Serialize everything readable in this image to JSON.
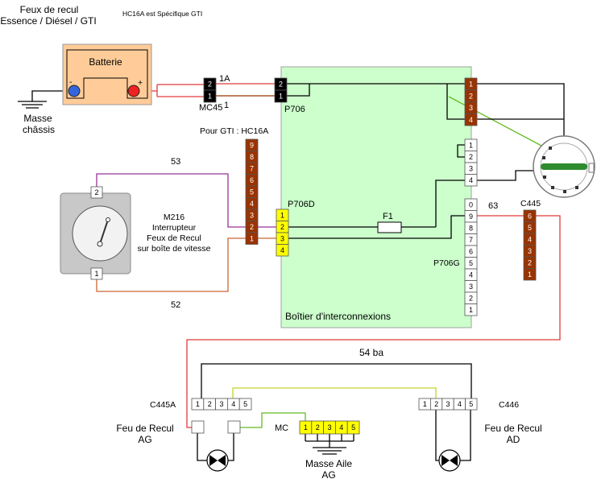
{
  "title": {
    "line1": "Feux de recul",
    "line2": "Essence / Diésel / GTI"
  },
  "note": "HC16A est Spécifique GTI",
  "battery": {
    "label": "Batterie",
    "negative": "-",
    "positive": "+"
  },
  "chassis_ground": {
    "line1": "Masse",
    "line2": "châssis"
  },
  "wire_1a": "1A",
  "mc45": {
    "label": "MC45",
    "suffix": "1",
    "pins": [
      "2",
      "1"
    ]
  },
  "p706": {
    "label": "P706",
    "pins": [
      "2",
      "1"
    ]
  },
  "p706_right_brown": {
    "pins": [
      "1",
      "2",
      "3",
      "4"
    ]
  },
  "p706_right_white": {
    "pins": [
      "1",
      "2",
      "3",
      "4"
    ]
  },
  "hc16a": {
    "label": "Pour GTI : HC16A",
    "pins": [
      "9",
      "8",
      "7",
      "6",
      "5",
      "4",
      "3",
      "2",
      "1"
    ]
  },
  "wire_53": "53",
  "wire_52": "52",
  "p706d": {
    "label": "P706D",
    "pins": [
      "1",
      "2",
      "3",
      "4"
    ]
  },
  "fuse": {
    "label": "F1"
  },
  "m216": {
    "code": "M216",
    "line1": "Interrupteur",
    "line2": "Feux de Recul",
    "line3": "sur boîte de vitesse",
    "pins": [
      "2",
      "1"
    ]
  },
  "wire_63": "63",
  "c445": {
    "label": "C445",
    "pins": [
      "6",
      "5",
      "4",
      "3",
      "2",
      "1"
    ]
  },
  "p706g": {
    "label": "P706G",
    "pins": [
      "0",
      "9",
      "8",
      "7",
      "6",
      "5",
      "4",
      "3",
      "2",
      "1"
    ]
  },
  "interconnect_box": {
    "label": "Boîtier d'interconnexions"
  },
  "wire_54ba": "54 ba",
  "c445a": {
    "label": "C445A",
    "pins": [
      "1",
      "2",
      "3",
      "4",
      "5"
    ]
  },
  "c446": {
    "label": "C446",
    "pins": [
      "1",
      "2",
      "3",
      "4",
      "5"
    ]
  },
  "lamp_ag": {
    "line1": "Feu de Recul",
    "line2": "AG"
  },
  "lamp_ad": {
    "line1": "Feu de Recul",
    "line2": "AD"
  },
  "mc": {
    "label": "MC",
    "pins": [
      "1",
      "2",
      "3",
      "4",
      "5"
    ]
  },
  "wing_ground": {
    "line1": "Masse Aile",
    "line2": "AG"
  },
  "colors": {
    "interconnect_box": "#ccffcc",
    "battery": "#ffcc99",
    "terminal_negative": "#3366dd",
    "terminal_positive": "#ee2222",
    "connector_black": "#000000",
    "connector_brown": "#993300",
    "connector_yellow": "#ffff00",
    "connector_white": "#ffffff",
    "wire_red": "#e03b3b",
    "wire_brown": "#993300",
    "wire_purple": "#993399",
    "wire_orange": "#cc6633",
    "wire_green": "#66bb22",
    "wire_yellow_green": "#c4d42a",
    "wire_black": "#000000",
    "switch_body": "#c8c8c8",
    "contact_bar": "#2e8b2e"
  }
}
